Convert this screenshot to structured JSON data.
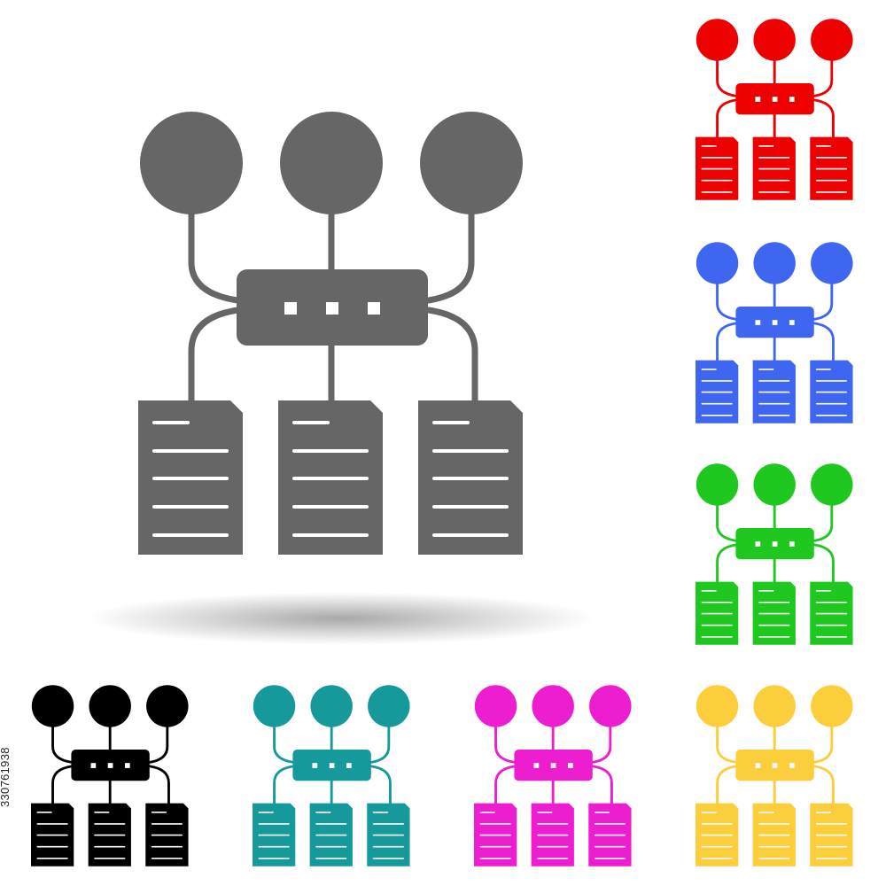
{
  "stock_id": "330761938",
  "icon": {
    "symbol": "data-network-icon",
    "variants": [
      {
        "key": "main",
        "color": "#666666"
      },
      {
        "key": "red",
        "color": "#ee0000"
      },
      {
        "key": "blue",
        "color": "#3f66f0"
      },
      {
        "key": "green",
        "color": "#1ec81e"
      },
      {
        "key": "black",
        "color": "#000000"
      },
      {
        "key": "teal",
        "color": "#16999b"
      },
      {
        "key": "magenta",
        "color": "#ec1ecf"
      },
      {
        "key": "yellow",
        "color": "#fdce3c"
      }
    ]
  },
  "background": "#ffffff"
}
